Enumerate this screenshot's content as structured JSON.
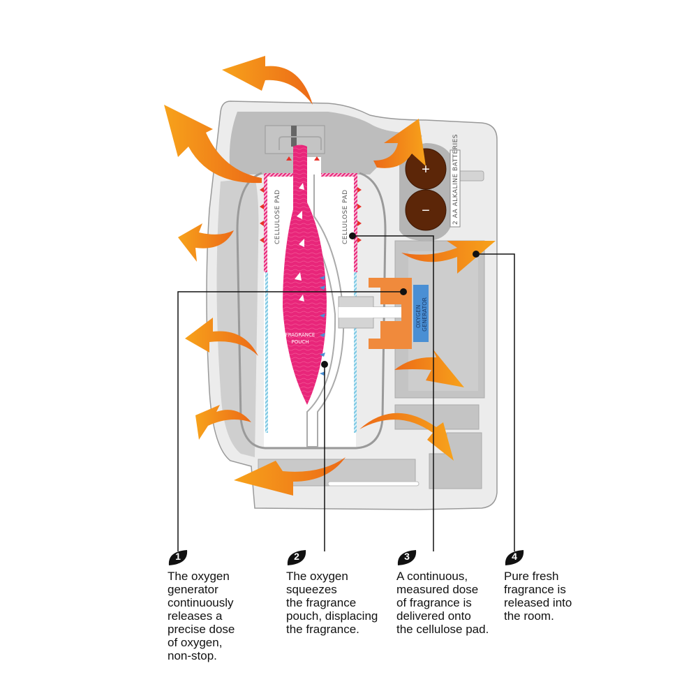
{
  "diagram": {
    "labels": {
      "cellulose_pad_left": "CELLULOSE PAD",
      "cellulose_pad_right": "CELLULOSE PAD",
      "fragrance_pouch_line1": "FRAGRANCE",
      "fragrance_pouch_line2": "POUCH",
      "oxygen_generator_line1": "OXYGEN",
      "oxygen_generator_line2": "GENERATOR",
      "batteries": "2 AA ALKALINE BATTERIES",
      "battery_plus": "+",
      "battery_minus": "−"
    },
    "colors": {
      "arrow_orange": "#f07b1a",
      "arrow_orange_light": "#f7a21b",
      "fragrance_pink": "#e8267a",
      "oxygen_blue": "#4a8fd4",
      "generator_orange": "#f08a3c",
      "battery_brown": "#5c2608",
      "housing_gray": "#c8c8c8",
      "cellulose_blue": "#8fd3ea"
    }
  },
  "steps": [
    {
      "number": "1",
      "text": "The oxygen\ngenerator\ncontinuously\nreleases a\nprecise dose\nof oxygen,\nnon-stop."
    },
    {
      "number": "2",
      "text": "The oxygen\nsqueezes\nthe fragrance\npouch, displacing\nthe fragrance."
    },
    {
      "number": "3",
      "text": "A continuous,\nmeasured dose\nof fragrance is\ndelivered onto\nthe cellulose pad."
    },
    {
      "number": "4",
      "text": "Pure fresh\nfragrance is\nreleased into\nthe room."
    }
  ]
}
